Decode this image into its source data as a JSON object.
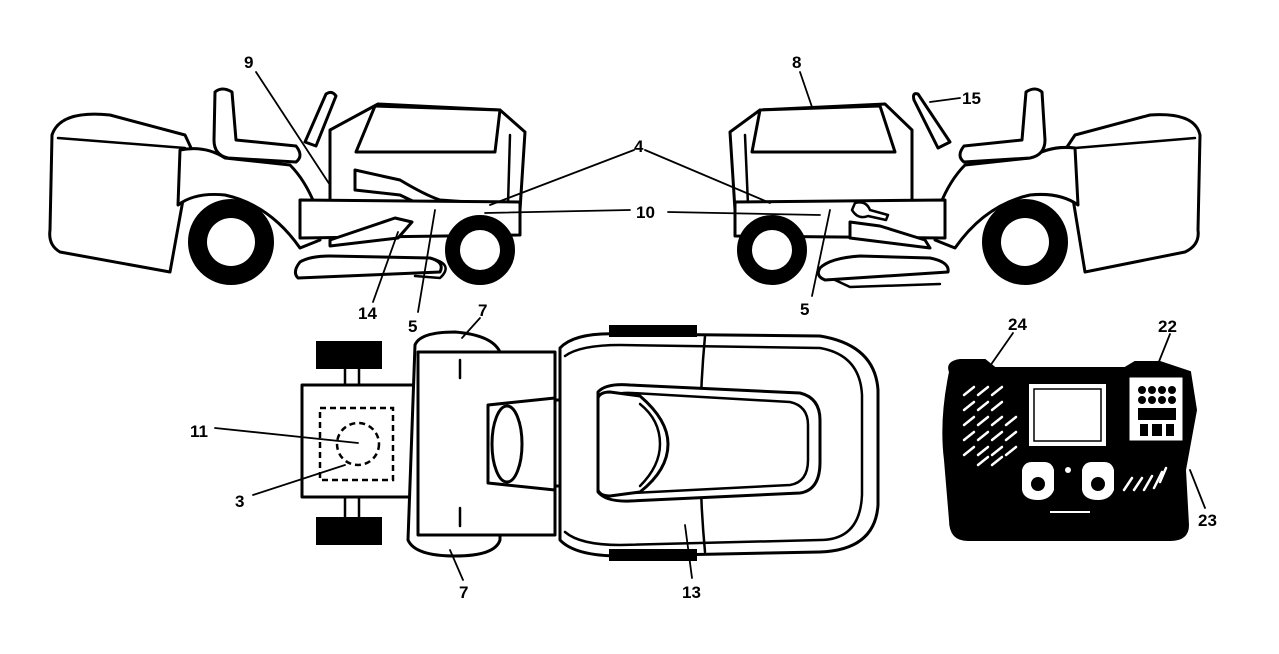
{
  "callouts": {
    "c3": "3",
    "c4": "4",
    "c5_left": "5",
    "c5_right": "5",
    "c7_top": "7",
    "c7_bottom": "7",
    "c8": "8",
    "c9": "9",
    "c10": "10",
    "c11": "11",
    "c13": "13",
    "c14": "14",
    "c15": "15",
    "c22": "22",
    "c23": "23",
    "c24": "24"
  },
  "colors": {
    "ink": "#000000",
    "paper": "#ffffff"
  }
}
